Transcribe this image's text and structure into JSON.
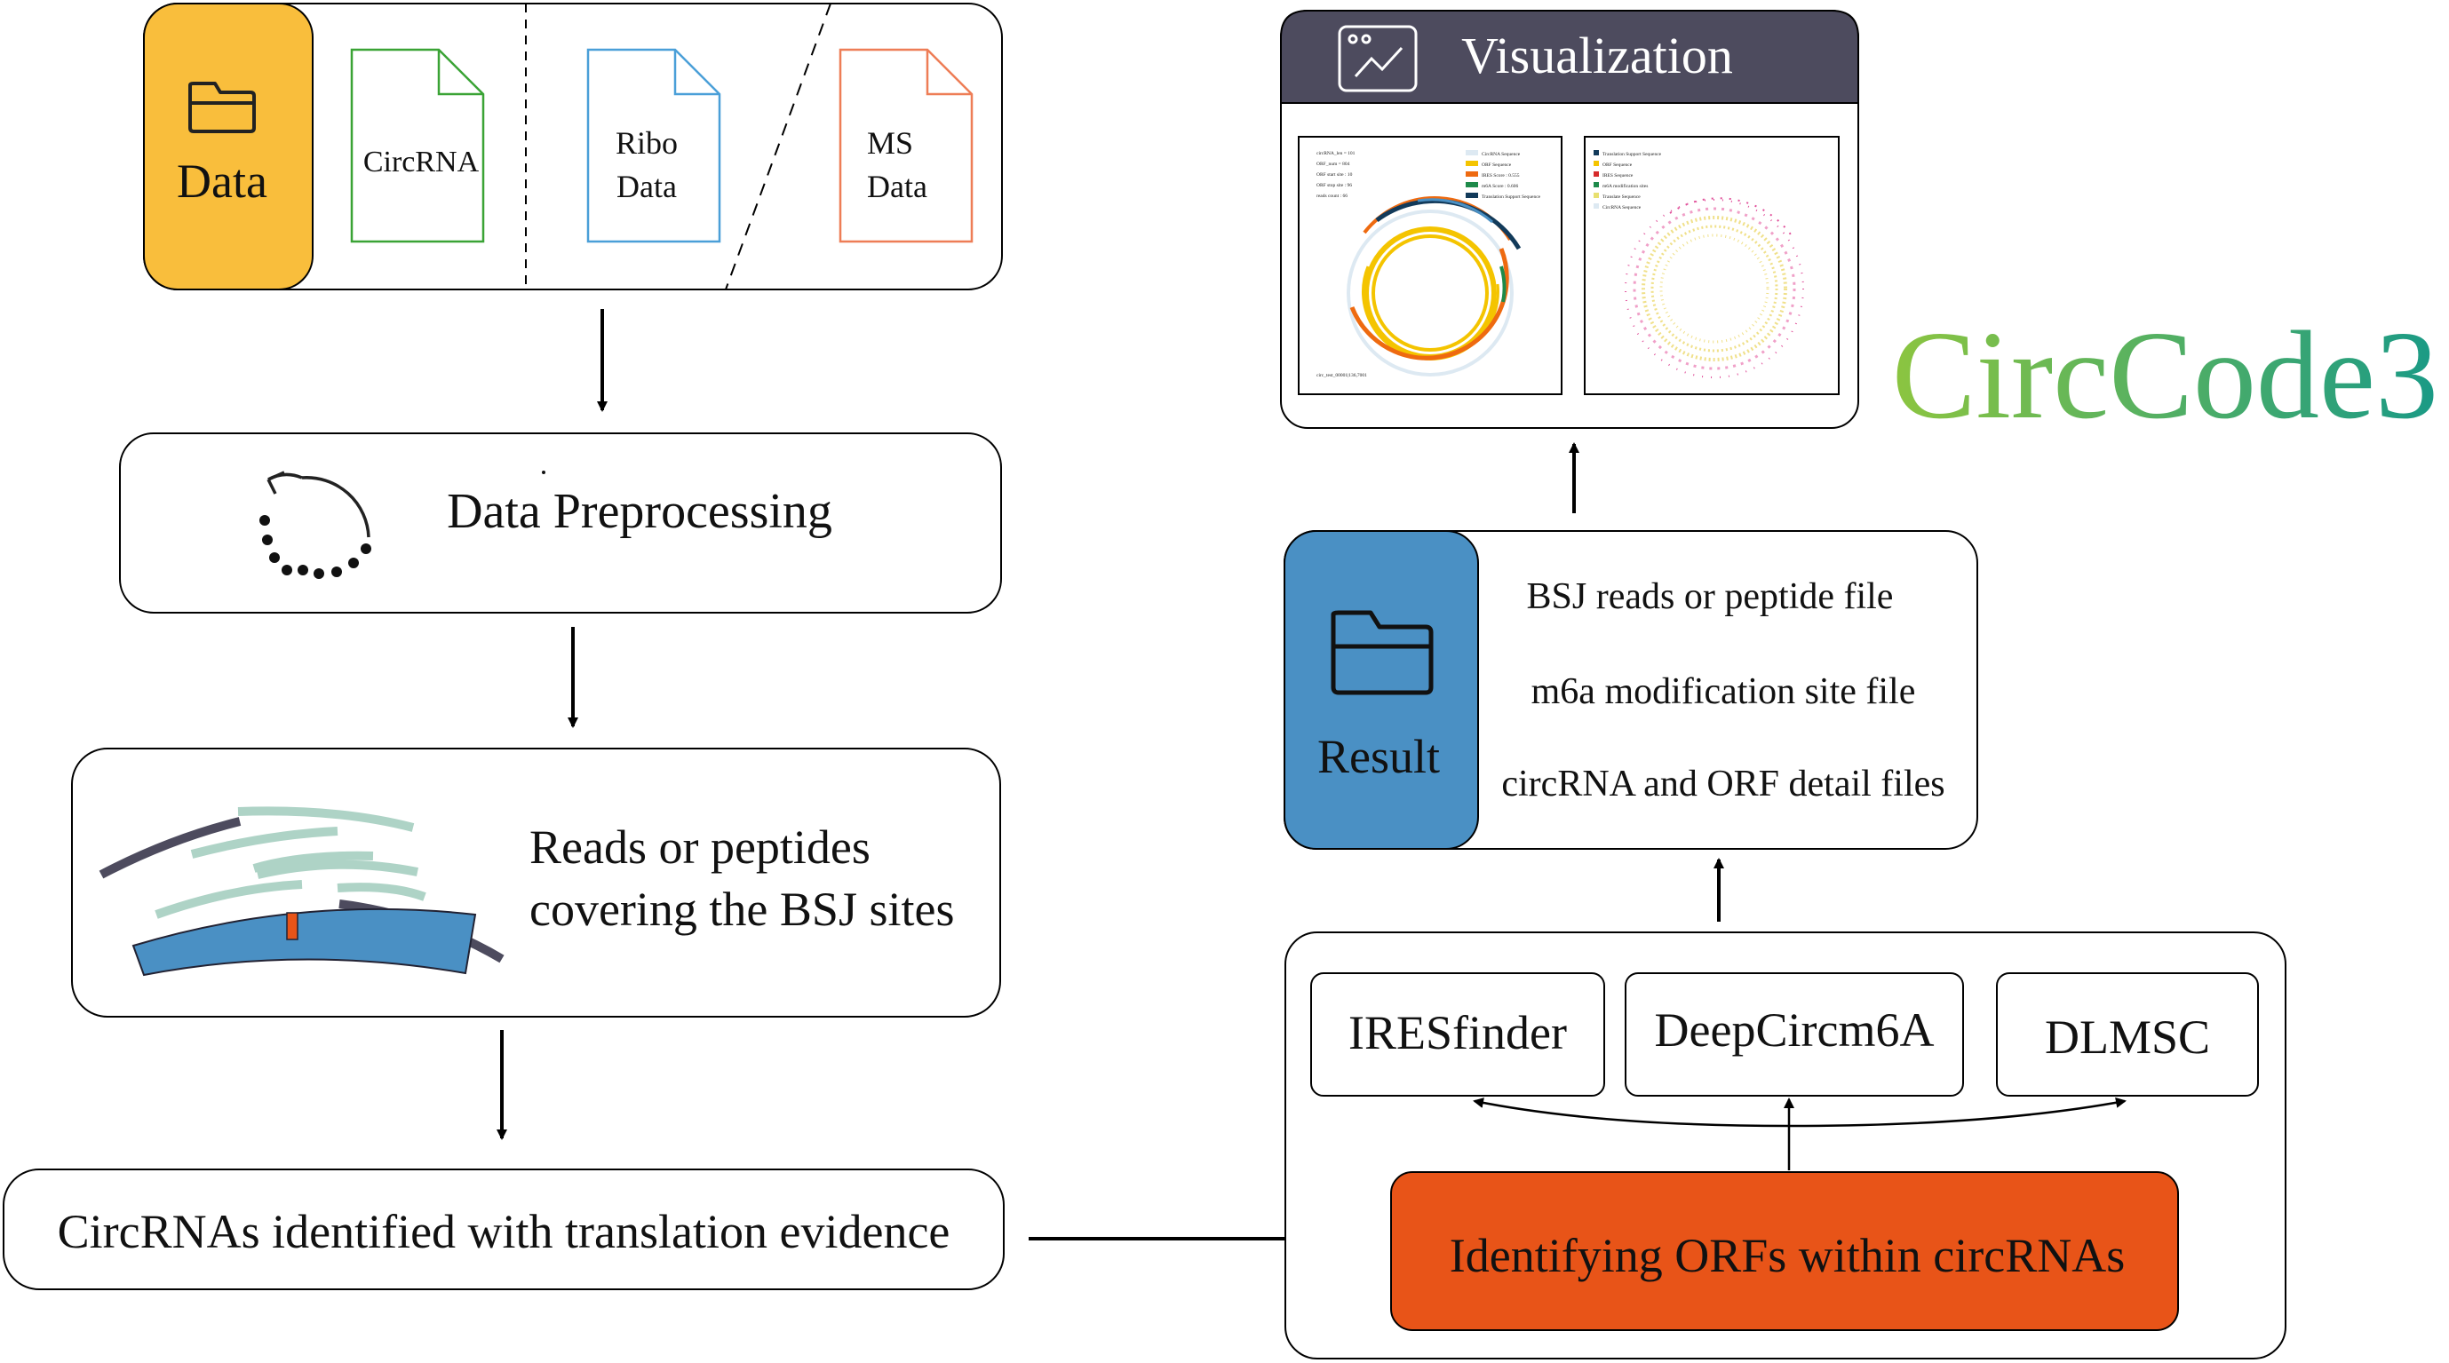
{
  "data_panel": {
    "label": "Data",
    "files": [
      {
        "lines": [
          "CircRNA"
        ],
        "color": "#3aa335"
      },
      {
        "lines": [
          "Ribo",
          "Data"
        ],
        "color": "#4a9fd8"
      },
      {
        "lines": [
          "MS",
          "Data"
        ],
        "color": "#ee7d56"
      }
    ],
    "accent": "#f9be3c"
  },
  "preprocessing": {
    "label": "Data Preprocessing"
  },
  "reads": {
    "line1": "Reads or peptides",
    "line2": "covering the BSJ sites"
  },
  "identified": {
    "label": "CircRNAs identified with translation evidence"
  },
  "orf": {
    "label": "Identifying ORFs within circRNAs",
    "color": "#e85418"
  },
  "tools": [
    "IRESfinder",
    "DeepCircm6A",
    "DLMSC"
  ],
  "result": {
    "label": "Result",
    "color": "#4a90c4",
    "files": [
      "BSJ reads or peptide file",
      "m6a modification site file",
      "circRNA and ORF detail files"
    ]
  },
  "visualization": {
    "title": "Visualization",
    "header_color": "#4d4b5e",
    "left_panel": {
      "info": [
        "circRNA_len = 101",
        "ORF_num = 804",
        "ORF start site : 10",
        "ORF stop site : 96",
        "reads count : 66"
      ],
      "legend": [
        "CircRNA Sequence",
        "ORF Sequence",
        "IRES Score : 0.555",
        "m6A Score : 0.606",
        "Translation Support Sequence"
      ],
      "footer": "circ_test_00001|136,7001"
    },
    "right_panel": {
      "legend": [
        "Translation Support Sequence",
        "ORF Sequence",
        "IRES Sequence",
        "m6A modification sites",
        "Translate Sequence",
        "CircRNA Sequence"
      ]
    }
  },
  "brand": {
    "name": "CircCode3",
    "colors": [
      "#8cc540",
      "#1a9a86"
    ]
  }
}
